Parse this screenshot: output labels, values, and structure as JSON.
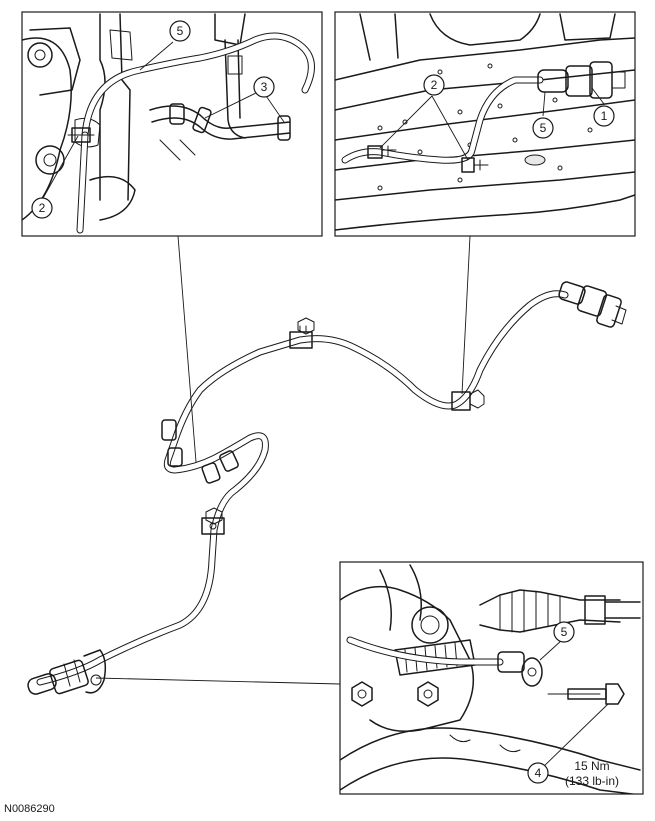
{
  "figure_id": "N0086290",
  "callouts": {
    "one": "1",
    "two": "2",
    "three": "3",
    "four": "4",
    "five": "5"
  },
  "torque": {
    "metric": "15 Nm",
    "imperial": "(133 lb-in)"
  }
}
